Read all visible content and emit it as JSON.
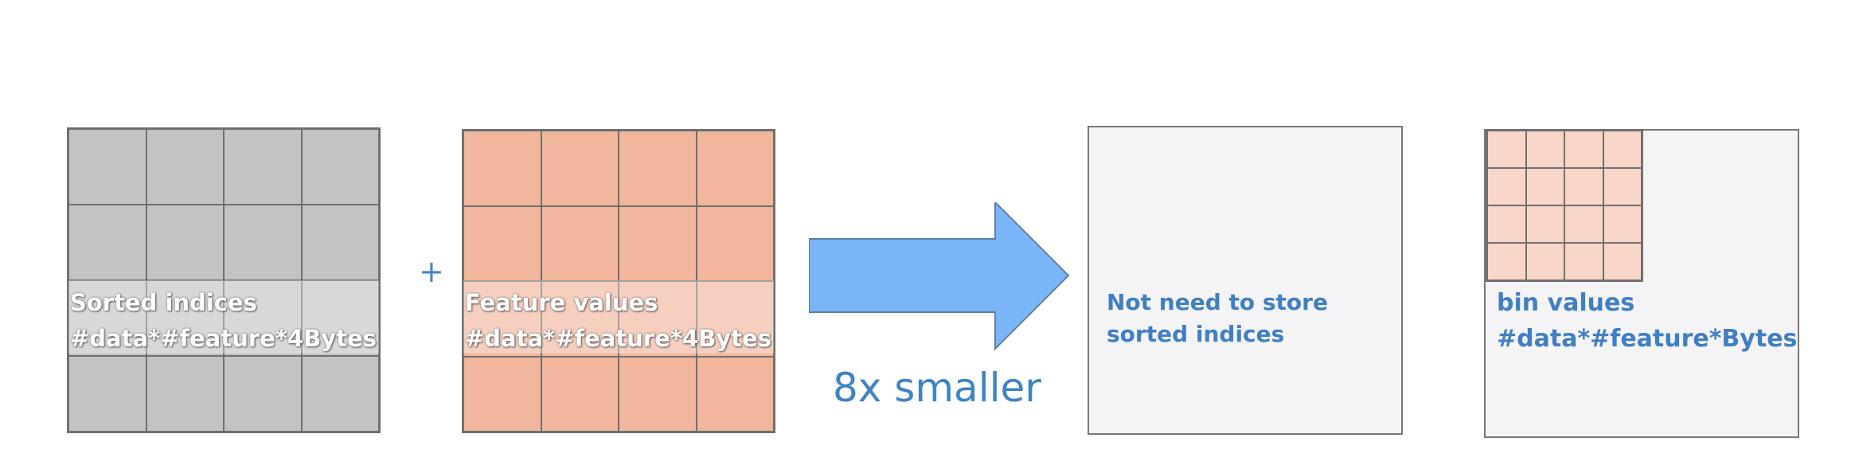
{
  "diagram": {
    "left_block": {
      "label_line1": "Sorted indices",
      "label_line2": "#data*#feature*4Bytes",
      "cell_color": "#c3c3c5",
      "rows": 4,
      "cols": 4
    },
    "plus": "+",
    "middle_block": {
      "label_line1": "Feature values",
      "label_line2": "#data*#feature*4Bytes",
      "cell_color": "#f1b69b",
      "rows": 4,
      "cols": 4
    },
    "arrow": {
      "color": "#7ab6f7",
      "caption": "8x smaller"
    },
    "no_store_box": {
      "line1": "Not need to store",
      "line2": "sorted indices"
    },
    "bin_box": {
      "line1": "bin values",
      "line2": "#data*#feature*Bytes",
      "cell_color": "#f8d6c8",
      "rows": 4,
      "cols": 4
    },
    "text_color": "#3f7fc4"
  }
}
